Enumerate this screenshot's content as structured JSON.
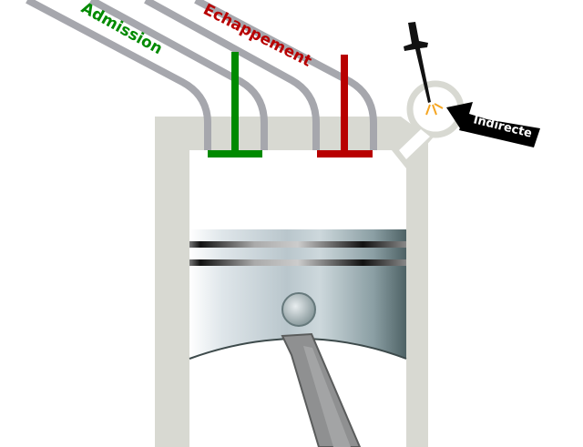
{
  "labels": {
    "admission": "Admission",
    "echappement": "Echappement",
    "indirecte": "Indirecte"
  },
  "colors": {
    "admission": "#008a00",
    "echappement": "#b80000",
    "wall": "#d8d9d2",
    "pipe": "#a6a7ad",
    "spray": "#f5a623"
  }
}
